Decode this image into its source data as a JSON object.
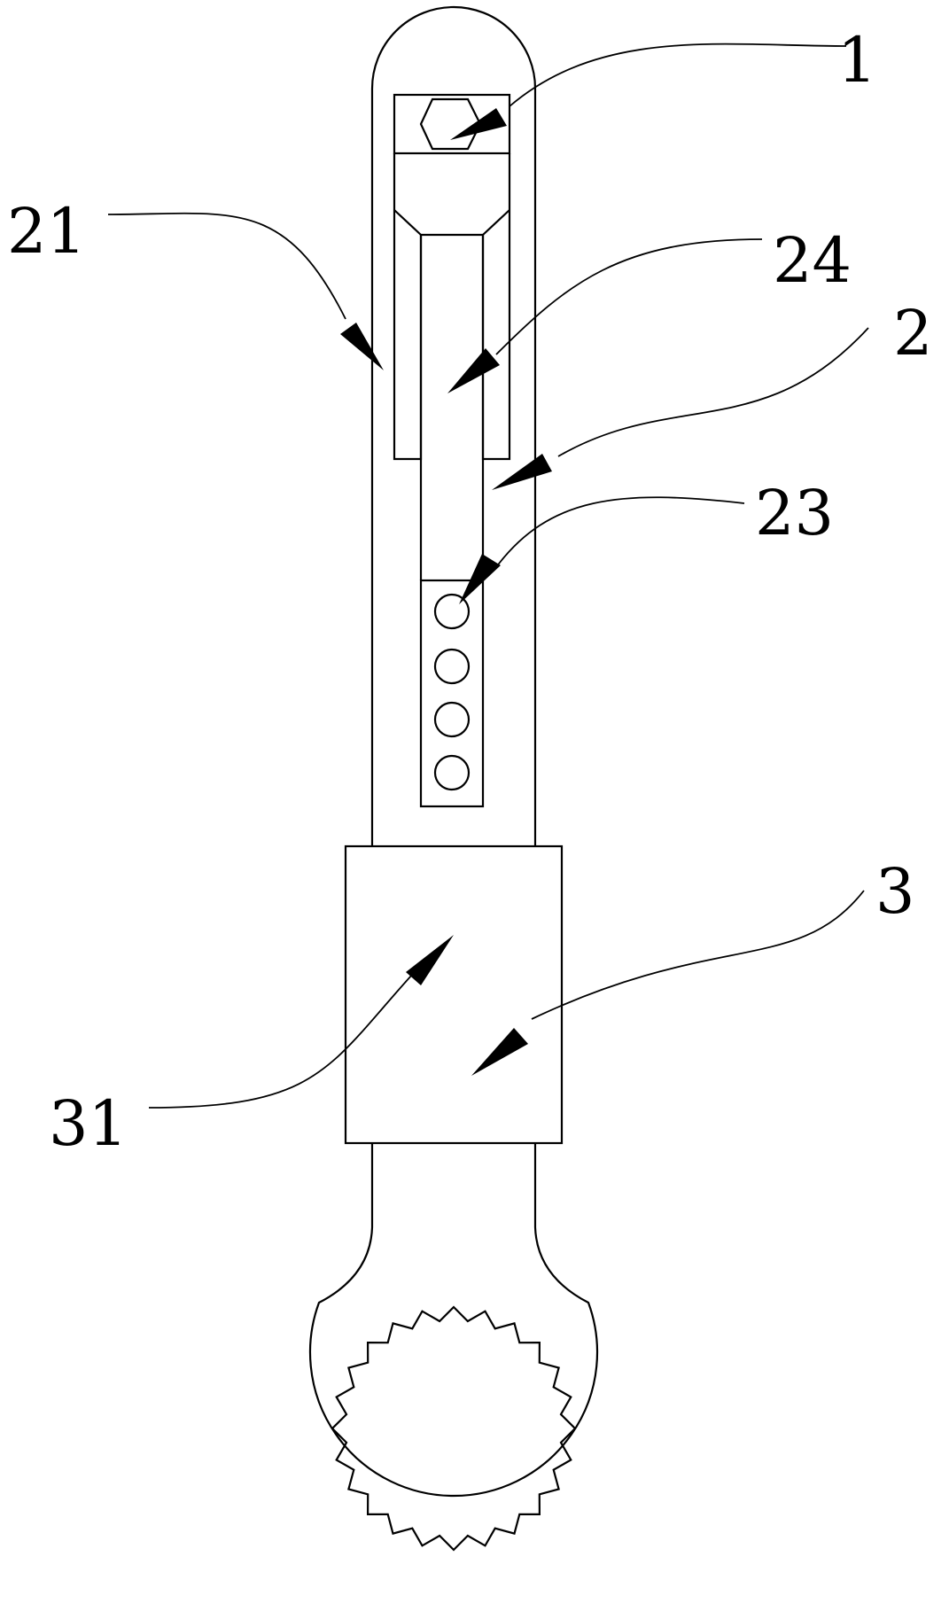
{
  "figure": {
    "title": "Wrench with adjustable handle - part callout diagram",
    "callouts": [
      {
        "id": "1",
        "text": "1"
      },
      {
        "id": "21",
        "text": "21"
      },
      {
        "id": "24",
        "text": "24"
      },
      {
        "id": "2",
        "text": "2"
      },
      {
        "id": "23",
        "text": "23"
      },
      {
        "id": "3",
        "text": "3"
      },
      {
        "id": "31",
        "text": "31"
      }
    ]
  }
}
